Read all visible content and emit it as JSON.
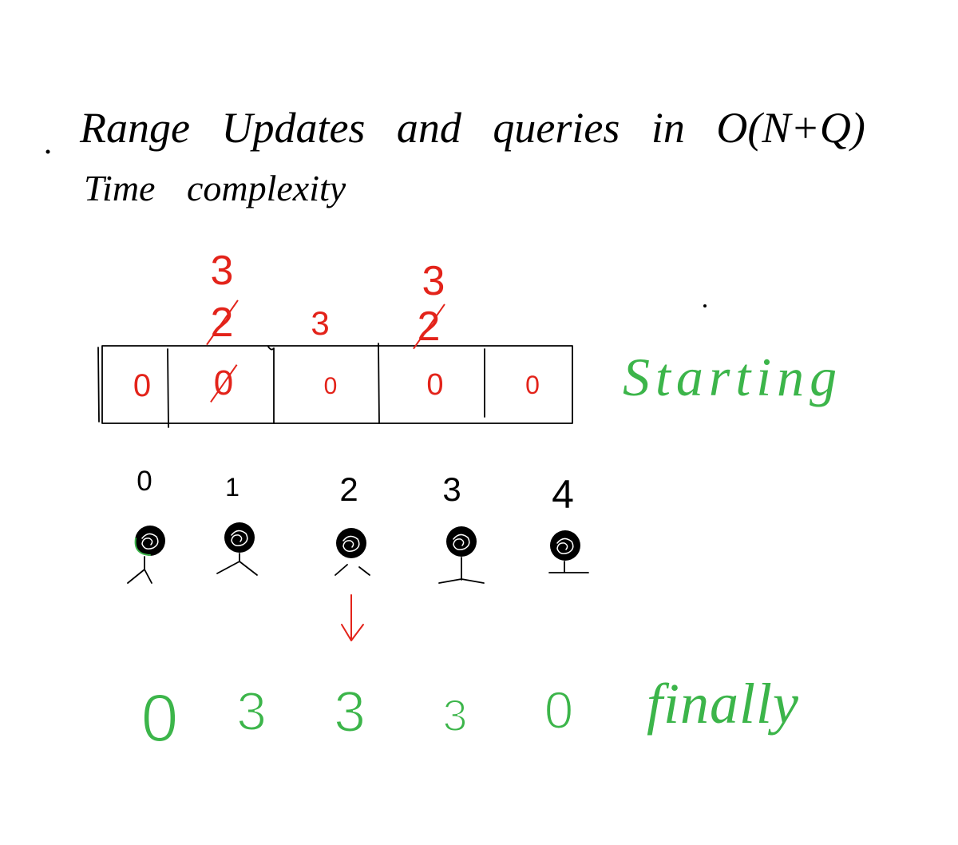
{
  "title": "Range Updates and queries in O(N+Q)",
  "subtitle": "Time complexity",
  "array": {
    "label": "Starting",
    "cells": [
      {
        "value": "0",
        "struck": false
      },
      {
        "value": "0",
        "struck": true
      },
      {
        "value": "0",
        "struck": false
      },
      {
        "value": "0",
        "struck": false
      },
      {
        "value": "0",
        "struck": false
      }
    ],
    "indices": [
      "0",
      "1",
      "2",
      "3",
      "4"
    ]
  },
  "updates": [
    {
      "cell": 1,
      "value": "3",
      "replaced": "2"
    },
    {
      "cell": 2,
      "value": "3"
    },
    {
      "cell": 3,
      "value": "3",
      "replaced": "2"
    }
  ],
  "final": {
    "label": "finally",
    "values": [
      "0",
      "3",
      "3",
      "3",
      "0"
    ]
  },
  "colors": {
    "ink": "#000000",
    "red": "#e3231a",
    "green": "#3cb54a",
    "background": "#ffffff"
  }
}
